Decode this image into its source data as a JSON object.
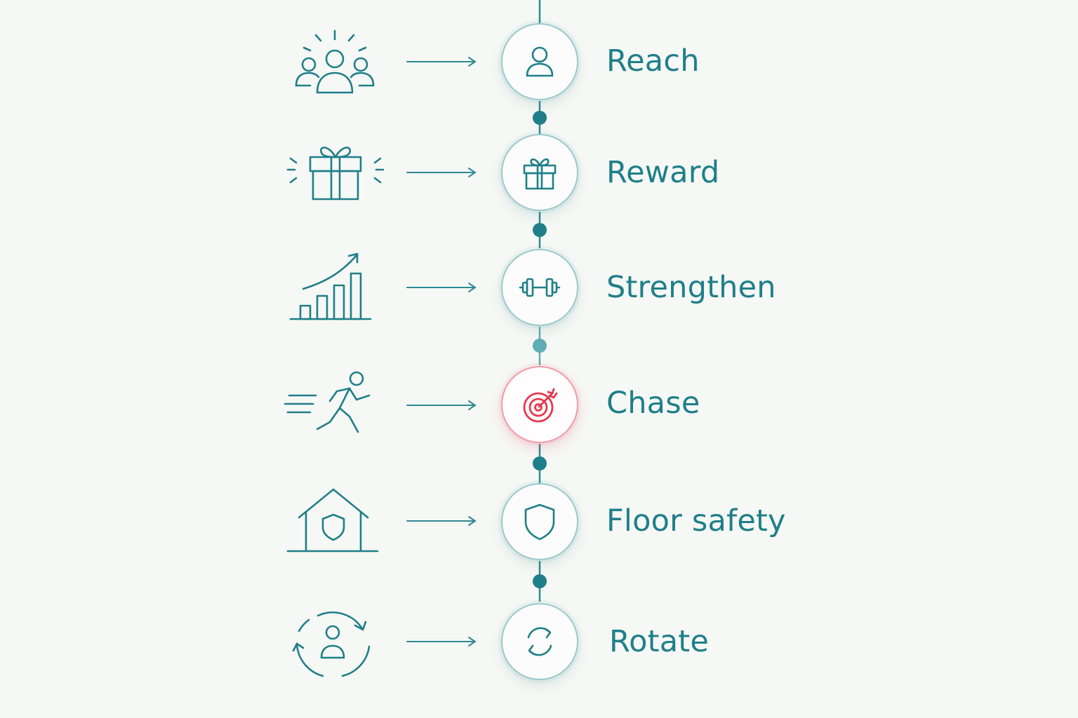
{
  "steps": [
    {
      "label": "Reach",
      "left_icon": "group-people-icon",
      "node_icon": "person-icon",
      "active": false
    },
    {
      "label": "Reward",
      "left_icon": "gift-burst-icon",
      "node_icon": "gift-icon",
      "active": false
    },
    {
      "label": "Strengthen",
      "left_icon": "growth-chart-icon",
      "node_icon": "dumbbell-icon",
      "active": false
    },
    {
      "label": "Chase",
      "left_icon": "running-person-icon",
      "node_icon": "target-icon",
      "active": true
    },
    {
      "label": "Floor safety",
      "left_icon": "house-shield-icon",
      "node_icon": "shield-icon",
      "active": false
    },
    {
      "label": "Rotate",
      "left_icon": "person-cycle-icon",
      "node_icon": "refresh-icon",
      "active": false
    }
  ],
  "colors": {
    "background": "#f6f8f5",
    "primary": "#1f7f89",
    "line": "#2d8a92",
    "accent": "#e5384f"
  }
}
